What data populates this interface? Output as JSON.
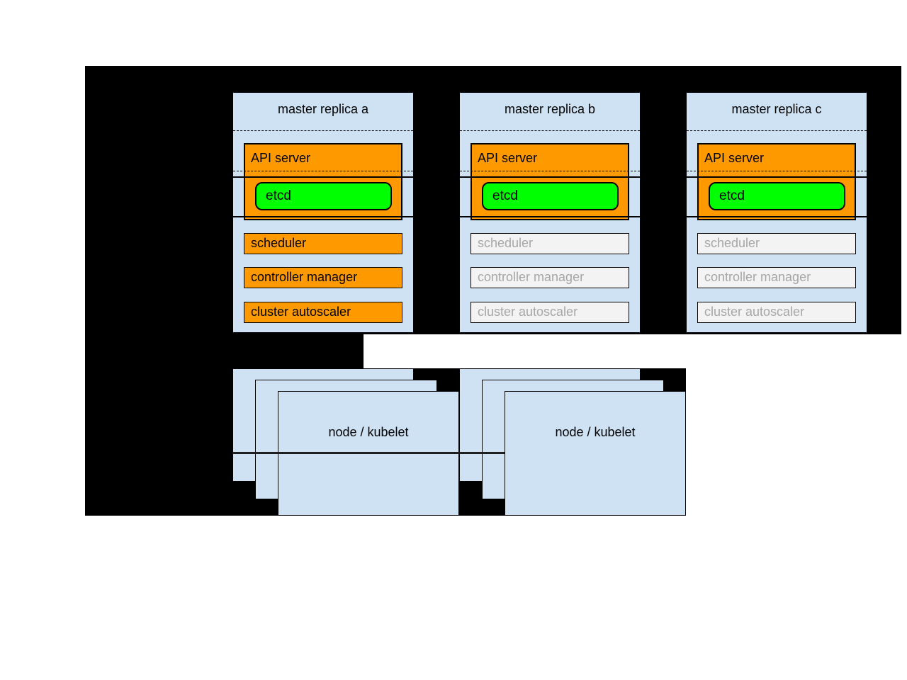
{
  "replicas": [
    {
      "title": "master replica a",
      "api_server_label": "API server",
      "etcd_label": "etcd",
      "components": [
        {
          "label": "scheduler",
          "active": true
        },
        {
          "label": "controller manager",
          "active": true
        },
        {
          "label": "cluster autoscaler",
          "active": true
        }
      ]
    },
    {
      "title": "master replica b",
      "api_server_label": "API server",
      "etcd_label": "etcd",
      "components": [
        {
          "label": "scheduler",
          "active": false
        },
        {
          "label": "controller manager",
          "active": false
        },
        {
          "label": "cluster autoscaler",
          "active": false
        }
      ]
    },
    {
      "title": "master replica c",
      "api_server_label": "API server",
      "etcd_label": "etcd",
      "components": [
        {
          "label": "scheduler",
          "active": false
        },
        {
          "label": "controller manager",
          "active": false
        },
        {
          "label": "cluster autoscaler",
          "active": false
        }
      ]
    }
  ],
  "node_stacks": [
    {
      "label": "node / kubelet"
    },
    {
      "label": "node / kubelet"
    }
  ],
  "palette": {
    "background_black": "#000000",
    "container_blue": "#cfe2f3",
    "active_orange": "#ff9900",
    "etcd_green": "#00ff00",
    "inactive_gray_bg": "#f3f3f3",
    "inactive_gray_text": "#a6a6a6"
  }
}
